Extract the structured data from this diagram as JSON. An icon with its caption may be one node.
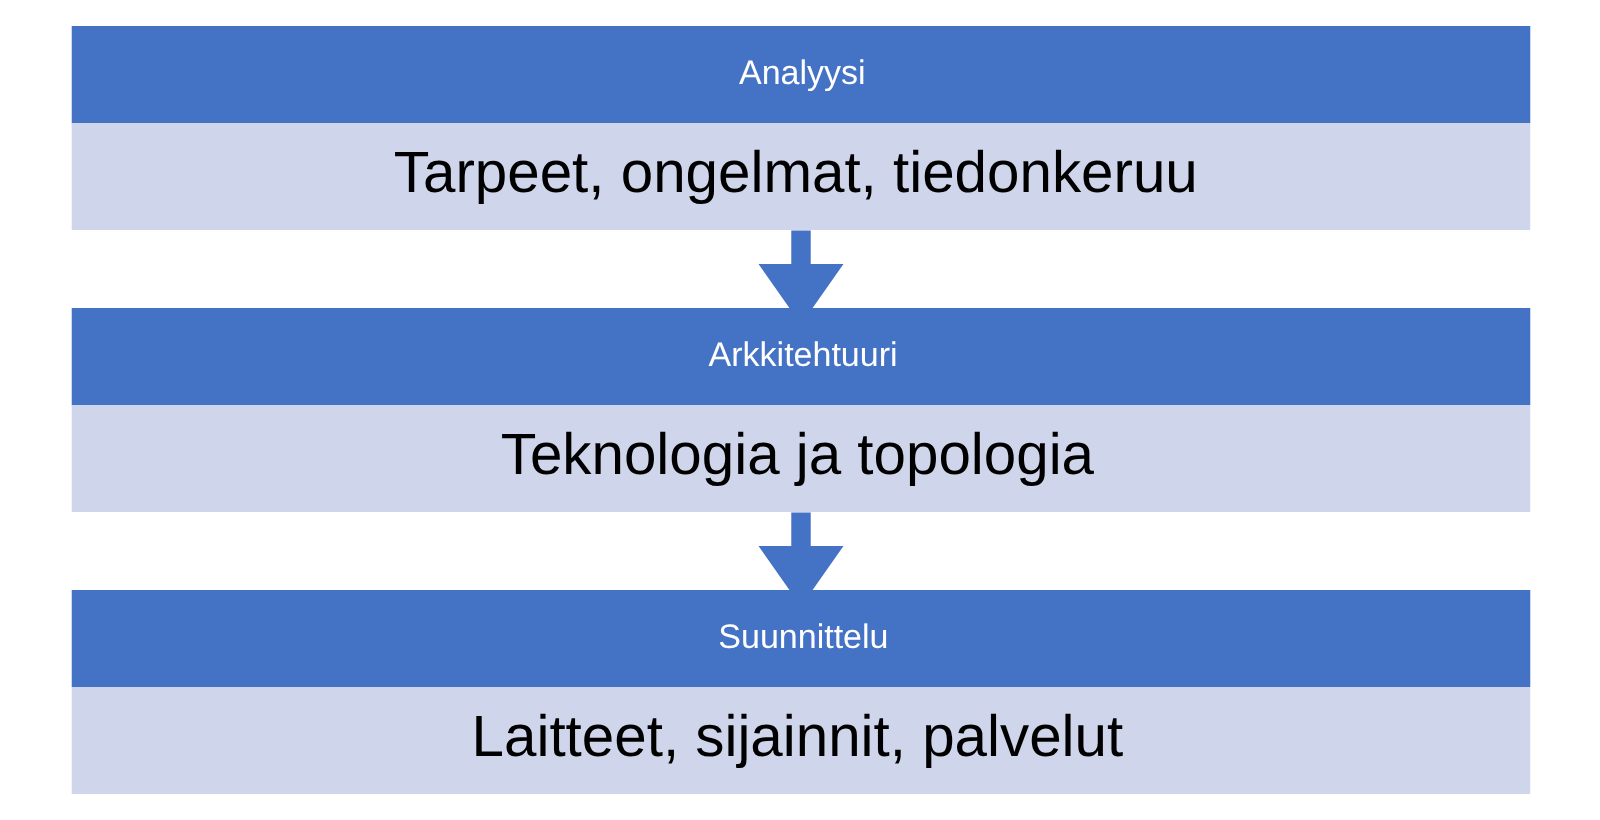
{
  "diagram": {
    "nodes": [
      {
        "text": [
          "Analyysi",
          "Tarpeet, ongelmat, tiedonkeruu"
        ]
      },
      {
        "text": [
          "Arkkitehtuuri",
          "Teknologia ja topologia"
        ]
      },
      {
        "text": [
          "Suunnittelu",
          "Laitteet, sijainnit, palvelut"
        ]
      }
    ],
    "edges": [
      {
        "from": 0,
        "to": 1,
        "arrow": "to"
      },
      {
        "from": 1,
        "to": 2,
        "arrow": "to"
      }
    ]
  }
}
